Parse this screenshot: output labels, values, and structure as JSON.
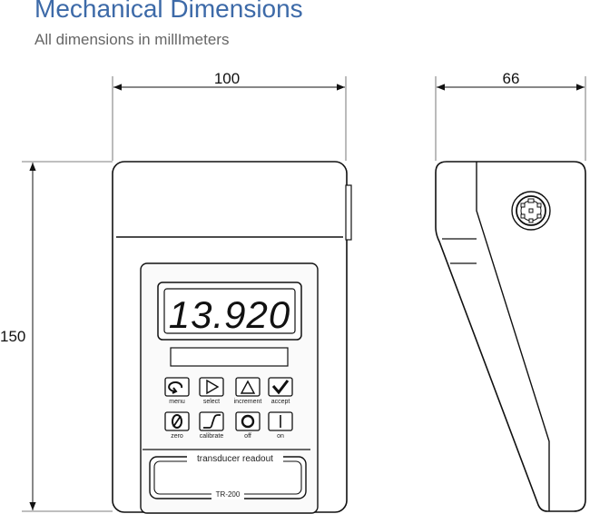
{
  "header": {
    "title": "Mechanical Dimensions",
    "subtitle": "All dimensions in millImeters"
  },
  "dimensions": {
    "front_width": "100",
    "side_width": "66",
    "height": "150"
  },
  "device": {
    "display_value": "13.920",
    "panel_label": "transducer readout",
    "model": "TR-200",
    "buttons": [
      {
        "label": "menu",
        "icon": "menu-swirl-icon"
      },
      {
        "label": "select",
        "icon": "triangle-right-icon"
      },
      {
        "label": "increment",
        "icon": "triangle-up-icon"
      },
      {
        "label": "accept",
        "icon": "checkmark-icon"
      },
      {
        "label": "zero",
        "icon": "zero-slash-icon"
      },
      {
        "label": "calibrate",
        "icon": "step-curve-icon"
      },
      {
        "label": "off",
        "icon": "circle-icon"
      },
      {
        "label": "on",
        "icon": "vertical-bar-icon"
      }
    ]
  }
}
